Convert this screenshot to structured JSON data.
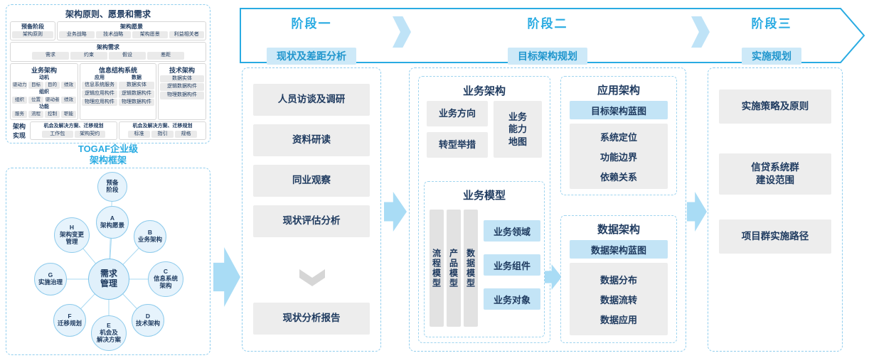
{
  "colors": {
    "accent": "#29abe2",
    "navy": "#1e3a5f",
    "light_blue_fill": "#c3e4f6",
    "gray_fill": "#ededed"
  },
  "left_panel": {
    "title": "架构原则、愿景和需求",
    "prelim": {
      "title": "预备阶段",
      "item": "架构原则"
    },
    "vision": {
      "title": "架构愿景",
      "items": [
        "业务战略",
        "技术战略",
        "架构愿景",
        "利益相关者"
      ]
    },
    "requirement": {
      "title": "架构需求",
      "items": [
        "需求",
        "约束",
        "假设",
        "差距"
      ]
    },
    "business": {
      "title": "业务架构",
      "groups": [
        {
          "name": "动机",
          "items": [
            "驱动力",
            "目标",
            "目的",
            "绩效"
          ]
        },
        {
          "name": "组织",
          "items": [
            "组织",
            "位置",
            "驱动者",
            "绩效"
          ]
        },
        {
          "name": "功能",
          "items": [
            "服务",
            "流程",
            "控制",
            "职能"
          ]
        }
      ]
    },
    "info_system": {
      "title": "信息结构系统",
      "groups": [
        {
          "name": "应用",
          "items": [
            "信息系统服务",
            "逻辑应用构件",
            "物理应用构件"
          ]
        },
        {
          "name": "数据",
          "items": [
            "数据实体",
            "逻辑数据构件",
            "物理数据构件"
          ]
        }
      ]
    },
    "tech": {
      "title": "技术架构",
      "items": [
        "数据实体",
        "逻辑数据构件",
        "物理数据构件"
      ]
    },
    "realization": {
      "title": "架构\n实现",
      "cells": [
        {
          "title": "机会及解决方案、迁移规划",
          "items": [
            "工作包",
            "架构契约"
          ]
        },
        {
          "title": "机会及解决方案、迁移规划",
          "items": [
            "标准",
            "指引",
            "规格"
          ]
        }
      ]
    }
  },
  "togaf": {
    "title": "TOGAF企业级\n架构框架",
    "center": "需求\n管理",
    "nodes": [
      "预备\n阶段",
      "A\n架构愿景",
      "B\n业务架构",
      "C\n信息系统\n架构",
      "D\n技术架构",
      "E\n机会及\n解决方案",
      "F\n迁移规划",
      "G\n实施治理",
      "H\n架构变更\n管理"
    ]
  },
  "banner": {
    "phases": [
      {
        "title": "阶段一",
        "subtitle": "现状及差距分析"
      },
      {
        "title": "阶段二",
        "subtitle": "目标架构规划"
      },
      {
        "title": "阶段三",
        "subtitle": "实施规划"
      }
    ]
  },
  "phase1": {
    "steps": [
      "人员访谈及调研",
      "资料研读",
      "同业观察",
      "现状评估分析"
    ],
    "result": "现状分析报告"
  },
  "phase2": {
    "business_arch": {
      "title": "业务架构",
      "boxes": [
        "业务方向",
        "转型举措"
      ],
      "capability": "业务\n能力\n地图"
    },
    "business_model": {
      "title": "业务模型",
      "models": [
        "流程模型",
        "产品模型",
        "数据模型"
      ],
      "objects": [
        "业务领域",
        "业务组件",
        "业务对象"
      ]
    },
    "app_arch": {
      "title": "应用架构",
      "blueprint": "目标架构蓝图",
      "items": [
        "系统定位",
        "功能边界",
        "依赖关系"
      ]
    },
    "data_arch": {
      "title": "数据架构",
      "blueprint": "数据架构蓝图",
      "items": [
        "数据分布",
        "数据流转",
        "数据应用"
      ]
    }
  },
  "phase3": {
    "items": [
      "实施策略及原则",
      "信贷系统群\n建设范围",
      "项目群实施路径"
    ]
  }
}
